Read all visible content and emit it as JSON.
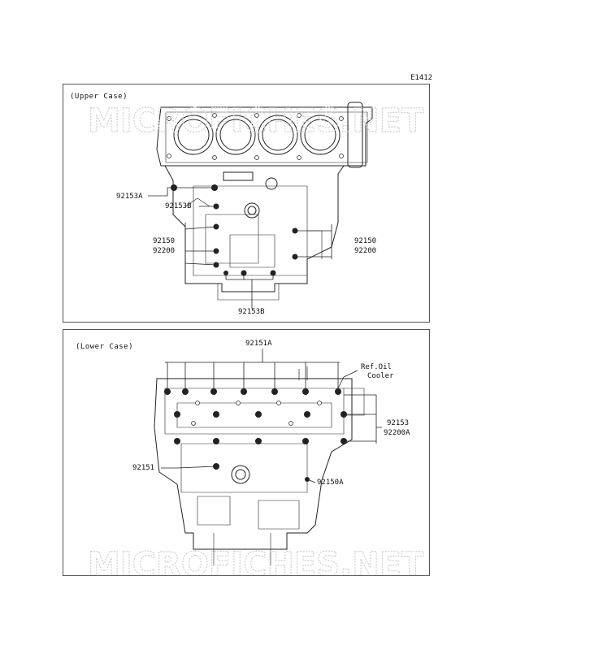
{
  "diagram_code": "E1412",
  "watermark": "MICROFICHES.NET",
  "upper": {
    "title": "(Upper Case)",
    "labels": {
      "l92153A": "92153A",
      "l92153B_left": "92153B",
      "l92150_left": "92150",
      "l92200_left": "92200",
      "l92150_right": "92150",
      "l92200_right": "92200",
      "l92153B_bottom": "92153B"
    }
  },
  "lower": {
    "title": "(Lower Case)",
    "labels": {
      "l92151A": "92151A",
      "ref_oil_1": "Ref.Oil",
      "ref_oil_2": "Cooler",
      "l92153": "92153",
      "l92200A": "92200A",
      "l92151": "92151",
      "l92150A": "92150A"
    }
  }
}
